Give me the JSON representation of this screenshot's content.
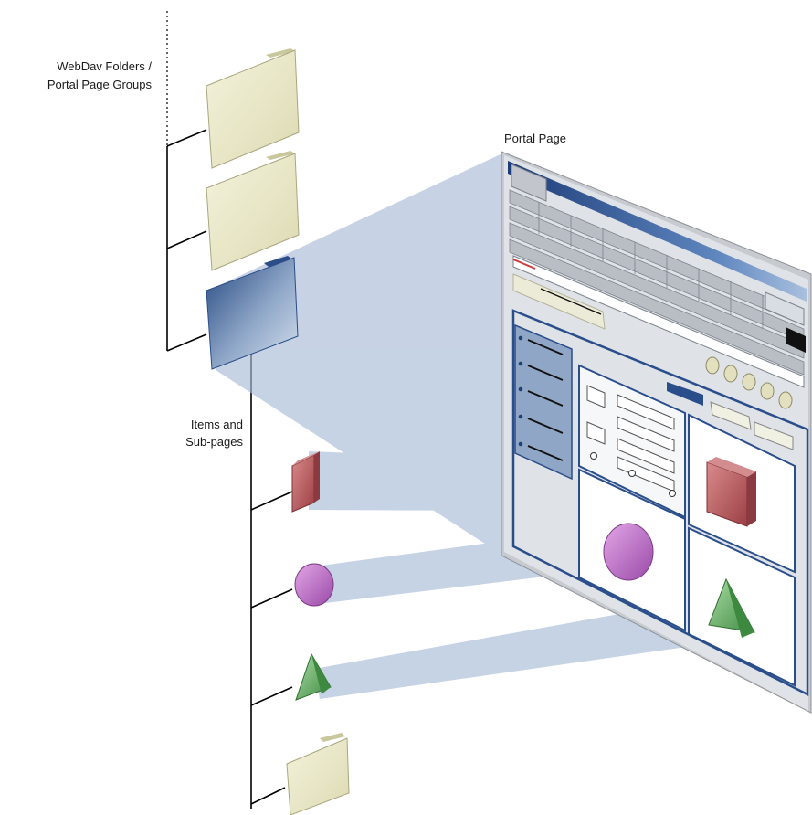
{
  "labels": {
    "folders_line1": "WebDav Folders /",
    "folders_line2": "Portal Page Groups",
    "items_line1": "Items and",
    "items_line2": "Sub-pages",
    "portal_page": "Portal Page"
  },
  "colors": {
    "folder": "#e9e8c9",
    "selected_folder": "#8ea6c6",
    "projection": "#9fb3cf",
    "window_frame": "#c9cdd2",
    "title_bar": "#1f3f78",
    "page_blue": "#244a86",
    "cube": "#b5555b",
    "disc": "#b56cc0",
    "pyramid": "#63a963"
  },
  "icons": [
    "folder-icon",
    "cube-icon",
    "disc-icon",
    "pyramid-icon"
  ]
}
